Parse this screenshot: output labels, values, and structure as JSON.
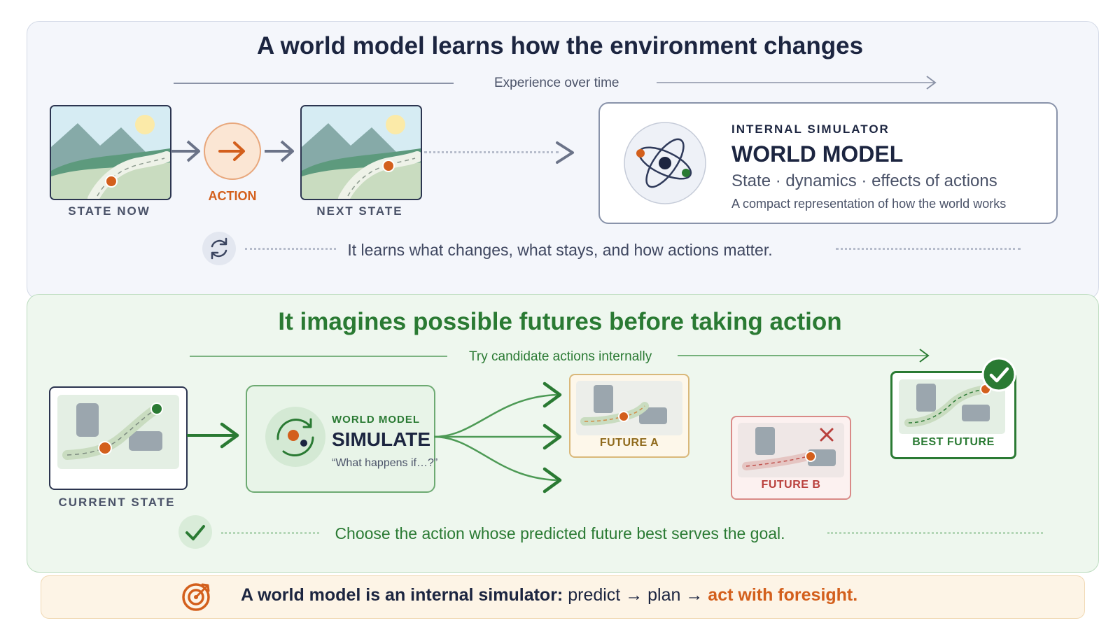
{
  "top": {
    "title": "A world model learns how the environment changes",
    "timeline_label": "Experience over time",
    "state_now_label": "STATE NOW",
    "action_label": "ACTION",
    "next_state_label": "NEXT STATE",
    "world_model": {
      "eyebrow": "INTERNAL SIMULATOR",
      "title": "WORLD MODEL",
      "subtitle": "State · dynamics · effects of actions",
      "description": "A compact representation of how the world works"
    },
    "learn_caption": "It learns what changes, what stays, and how actions matter."
  },
  "middle": {
    "title": "It imagines possible futures before taking action",
    "timeline_label": "Try candidate actions internally",
    "current_state_label": "CURRENT STATE",
    "simulate": {
      "eyebrow": "WORLD MODEL",
      "title": "SIMULATE",
      "quote": "“What happens if…?”"
    },
    "future_a_label": "FUTURE A",
    "future_b_label": "FUTURE B",
    "best_future_label": "BEST FUTURE",
    "choose_caption": "Choose the action whose predicted future best serves the goal."
  },
  "banner": {
    "lead": "A world model is an internal simulator:",
    "middle": " predict → plan → ",
    "end": "act with foresight."
  },
  "colors": {
    "navy": "#1c2540",
    "green": "#2a7a33",
    "orange": "#d35f1c",
    "red": "#b9403c",
    "gold": "#8f6a1c"
  },
  "icons": [
    "arrow-right-icon",
    "atom-icon",
    "refresh-icon",
    "cycle-icon",
    "checkmark-icon",
    "x-mark-icon",
    "target-icon"
  ]
}
